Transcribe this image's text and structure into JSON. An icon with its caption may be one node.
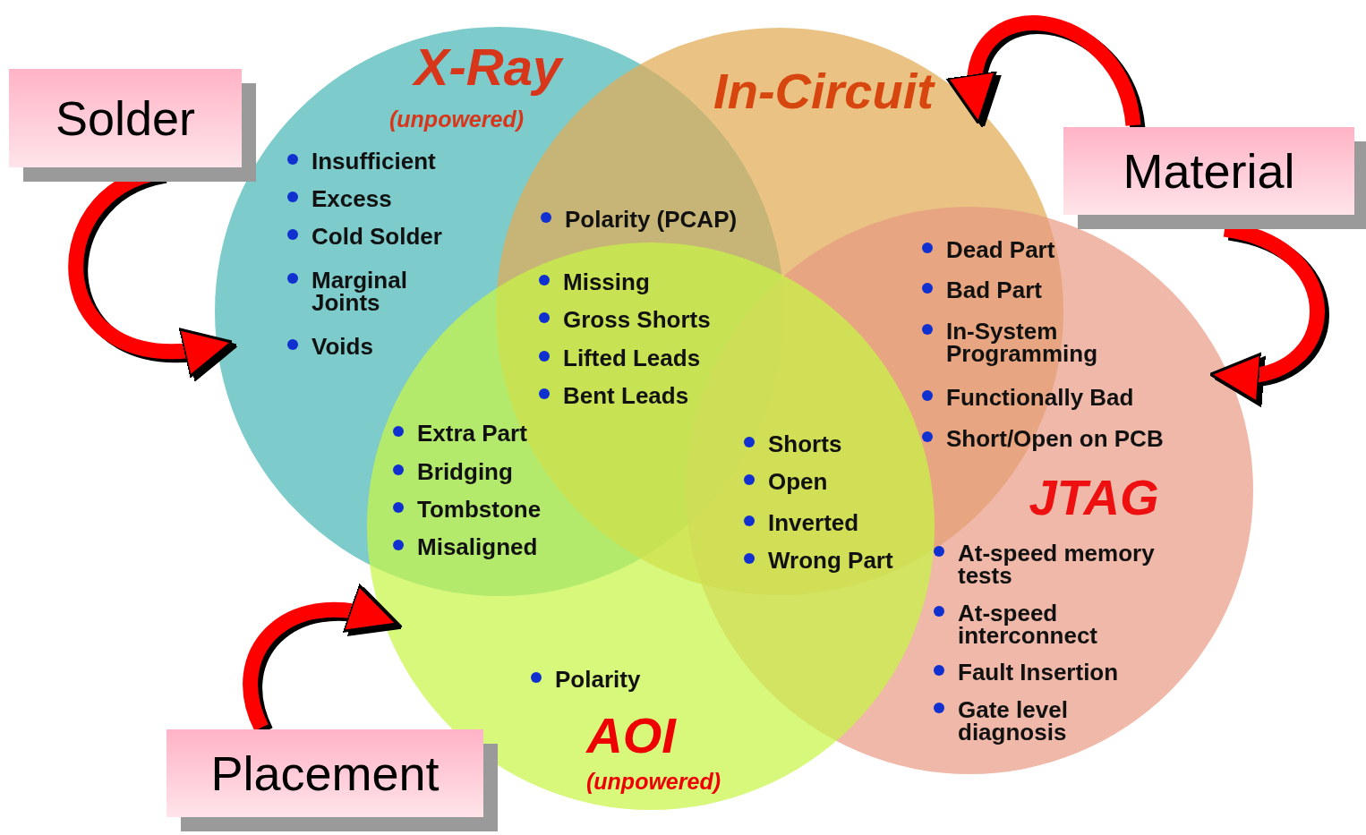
{
  "diagram": {
    "nodes": [
      {
        "text": [
          "Solder"
        ]
      },
      {
        "text": [
          "X-Ray",
          "(unpowered)"
        ]
      },
      {
        "text": [
          "In-Circuit"
        ]
      },
      {
        "text": [
          "Material"
        ]
      },
      {
        "text": [
          "JTAG"
        ]
      },
      {
        "text": [
          "AOI",
          "(unpowered)"
        ]
      },
      {
        "text": [
          "Placement"
        ]
      }
    ],
    "edges": [
      {
        "from": 0,
        "to": 1,
        "arrow": "to"
      },
      {
        "from": 3,
        "to": 2,
        "arrow": "to"
      },
      {
        "from": 3,
        "to": 4,
        "arrow": "to"
      },
      {
        "from": 6,
        "to": 5,
        "arrow": "to"
      }
    ],
    "labels": [
      "Insufficient",
      "Excess",
      "Cold Solder",
      "Marginal Joints",
      "Voids",
      "Polarity (PCAP)",
      "Missing",
      "Gross Shorts",
      "Lifted Leads",
      "Bent Leads",
      "Dead Part",
      "Bad Part",
      "In-System Programming",
      "Functionally Bad",
      "Short/Open on PCB",
      "Extra Part",
      "Bridging",
      "Tombstone",
      "Misaligned",
      "Shorts",
      "Open",
      "Inverted",
      "Wrong Part",
      "At-speed memory tests",
      "At-speed interconnect",
      "Fault Insertion",
      "Gate level diagnosis",
      "Polarity"
    ]
  }
}
